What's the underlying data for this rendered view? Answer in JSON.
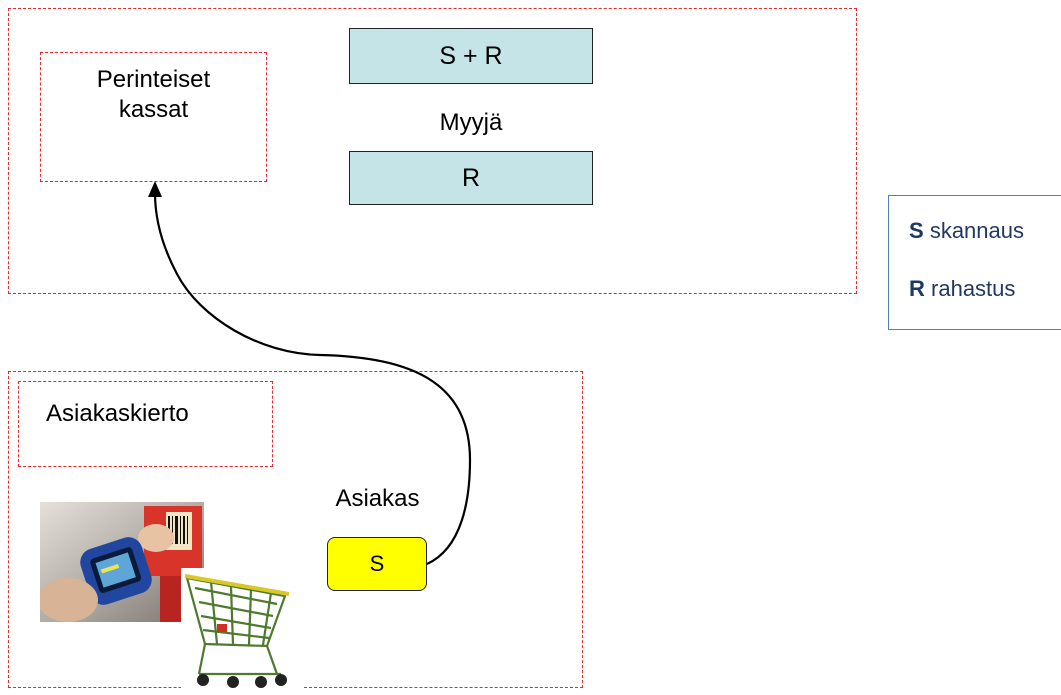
{
  "store_area": {
    "traditional_checkouts_label_line1": "Perinteiset",
    "traditional_checkouts_label_line2": "kassat",
    "bar_top_label": "S + R",
    "seller_label": "Myyjä",
    "bar_bottom_label": "R",
    "bar_color": "#c4e4e7"
  },
  "customer_area": {
    "customer_loop_label": "Asiakaskierto",
    "customer_label": "Asiakas",
    "scan_box_label": "S",
    "scan_box_color": "#ffff00",
    "images": [
      "handheld-scanner-photo",
      "shopping-cart-photo"
    ]
  },
  "legend": {
    "items": [
      {
        "key": "S",
        "text": "skannaus"
      },
      {
        "key": "R",
        "text": "rahastus"
      }
    ]
  },
  "colors": {
    "dashed_border": "#e8262c",
    "legend_border": "#4f81bd",
    "legend_text": "#1f3864"
  }
}
